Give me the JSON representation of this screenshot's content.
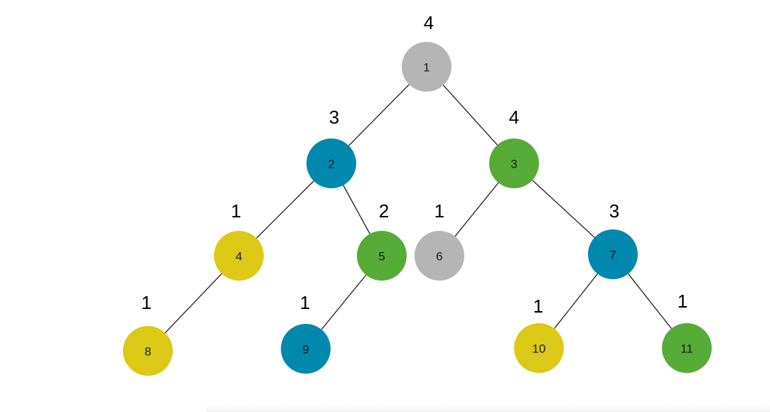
{
  "colors": {
    "gray": "#bdbdbd",
    "blue": "#0e8fb5",
    "green": "#5cb33a",
    "yellow": "#e6d21a",
    "edge": "#1a1a1a"
  },
  "nodes": [
    {
      "id": "1",
      "label": "1",
      "weight": "4",
      "color": "gray"
    },
    {
      "id": "2",
      "label": "2",
      "weight": "3",
      "color": "blue"
    },
    {
      "id": "3",
      "label": "3",
      "weight": "4",
      "color": "green"
    },
    {
      "id": "4",
      "label": "4",
      "weight": "1",
      "color": "yellow"
    },
    {
      "id": "5",
      "label": "5",
      "weight": "2",
      "color": "green"
    },
    {
      "id": "6",
      "label": "6",
      "weight": "1",
      "color": "gray"
    },
    {
      "id": "7",
      "label": "7",
      "weight": "3",
      "color": "blue"
    },
    {
      "id": "8",
      "label": "8",
      "weight": "1",
      "color": "yellow"
    },
    {
      "id": "9",
      "label": "9",
      "weight": "1",
      "color": "blue"
    },
    {
      "id": "10",
      "label": "10",
      "weight": "1",
      "color": "yellow"
    },
    {
      "id": "11",
      "label": "11",
      "weight": "1",
      "color": "green"
    }
  ],
  "edges": [
    {
      "from": "1",
      "to": "2"
    },
    {
      "from": "1",
      "to": "3"
    },
    {
      "from": "2",
      "to": "4"
    },
    {
      "from": "2",
      "to": "5"
    },
    {
      "from": "3",
      "to": "6"
    },
    {
      "from": "3",
      "to": "7"
    },
    {
      "from": "4",
      "to": "8"
    },
    {
      "from": "5",
      "to": "9"
    },
    {
      "from": "7",
      "to": "10"
    },
    {
      "from": "7",
      "to": "11"
    }
  ]
}
